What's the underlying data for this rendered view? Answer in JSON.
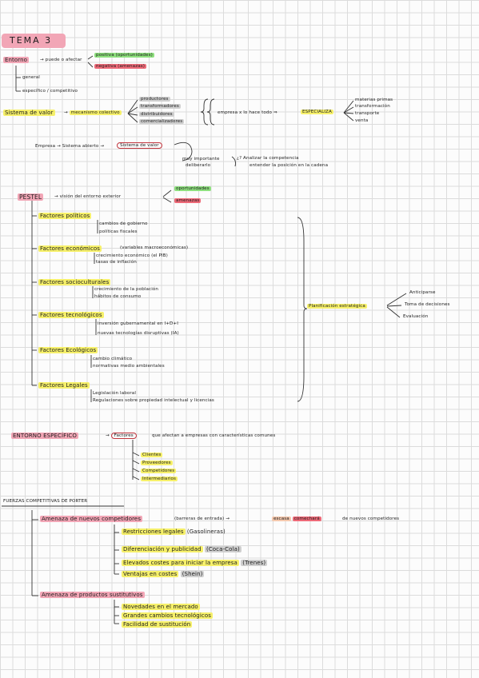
{
  "title": "TEMA 3",
  "entorno": {
    "label": "Entorno",
    "arrow_text": "→ puede o afectar",
    "positiva": "positiva (oportunidades)",
    "negativa": "negativa (amenazas)",
    "general": "general",
    "especifico": "específico / competitivo"
  },
  "cadena": {
    "label": "Sistema de valor",
    "mecanismo": "mecanismo colectivo",
    "items": [
      "productores",
      "transformadores",
      "distribuidores",
      "comercializadores"
    ],
    "empresa_text": "empresa x lo hace todo ⇒",
    "especializa": "ESPECIALIZA",
    "special_items": [
      "materias primas",
      "transformación",
      "transporte",
      "venta"
    ]
  },
  "sistema_abierto": {
    "text": "Empresa → Sistema abierto →",
    "circled": "Sistema de valor",
    "importante": "muy importante",
    "deliberar": "deliberarlo",
    "pregunta": "¿? Analizar la competencia",
    "entender": "entender la posición en la cadena"
  },
  "pestel": {
    "label": "PESTEL",
    "vision": "→ visión del entorno exterior",
    "oportunidades": "oportunidades",
    "amenazas": "amenazas",
    "factores": [
      {
        "name": "Factores políticos",
        "subs": [
          "cambios de gobierno",
          "políticas fiscales"
        ]
      },
      {
        "name": "Factores económicos",
        "note": "(variables macroeconómicas)",
        "subs": [
          "crecimiento económico (el PIB)",
          "tasas de inflación"
        ]
      },
      {
        "name": "Factores socioculturales",
        "subs": [
          "crecimiento de la población",
          "hábitos de consumo"
        ]
      },
      {
        "name": "Factores tecnológicos",
        "subs": [
          "inversión gubernamental en I+D+I",
          "nuevas tecnologías disruptivas (IA)"
        ]
      },
      {
        "name": "Factores Ecológicos",
        "subs": [
          "cambio climático",
          "normativas medio ambientales"
        ]
      },
      {
        "name": "Factores Legales",
        "subs": [
          "Legislación laboral",
          "Regulaciones sobre propiedad intelectual y licencias"
        ]
      }
    ],
    "planificacion": "Planificación estratégica",
    "plan_items": [
      "Anticiparse",
      "Toma de decisiones",
      "Evaluación"
    ]
  },
  "especifico": {
    "label": "ENTORNO ESPECÍFICO",
    "factores": "Factores",
    "desc": "que afectan a empresas con características comunes",
    "items": [
      "Clientes",
      "Proveedores",
      "Competidores",
      "Intermediarios"
    ]
  },
  "porter": {
    "label": "FUERZAS COMPETITIVAS DE PORTER",
    "amenaza1": "Amenaza de nuevos competidores",
    "barreras": "(barreras de entrada) →",
    "escasa": "escasa",
    "comechará": "comechará",
    "nuevos": "de nuevos competidores",
    "sub1": [
      {
        "t": "Restricciones legales",
        "n": "(Gasolineras)"
      },
      {
        "t": "Diferenciación y publicidad",
        "n": "(Coca-Cola)"
      },
      {
        "t": "Elevados costes para iniciar la empresa",
        "n": "(Trenes)"
      },
      {
        "t": "Ventajas en costes",
        "n": "(Shein)"
      }
    ],
    "amenaza2": "Amenaza de productos sustitutivos",
    "sub2": [
      "Novedades en el mercado",
      "Grandes cambios tecnológicos",
      "Facilidad de sustitución"
    ]
  }
}
